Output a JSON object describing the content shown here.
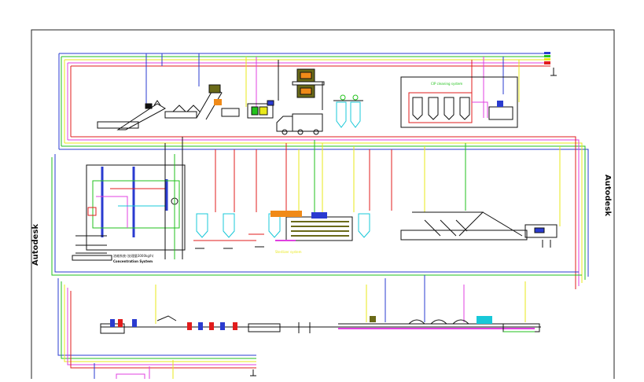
{
  "watermark": {
    "left": "Autodesk",
    "right": "Autodesk"
  },
  "annotations": {
    "concentration_cn": "浓缩系统 (处理量3000kg/h)",
    "concentration_en": "Concentration System",
    "cip_label": "CIP cleaning system",
    "sterilizer_label": "Sterilizer system"
  },
  "colors": {
    "blue": "#2a3bd0",
    "green": "#22c21c",
    "red": "#e11c1c",
    "pink": "#e040e0",
    "yellow": "#e8e81a",
    "cyan": "#18c8d8",
    "magenta": "#d21cd2",
    "black": "#111111",
    "orange": "#f08a18",
    "olive": "#6a6a18"
  }
}
